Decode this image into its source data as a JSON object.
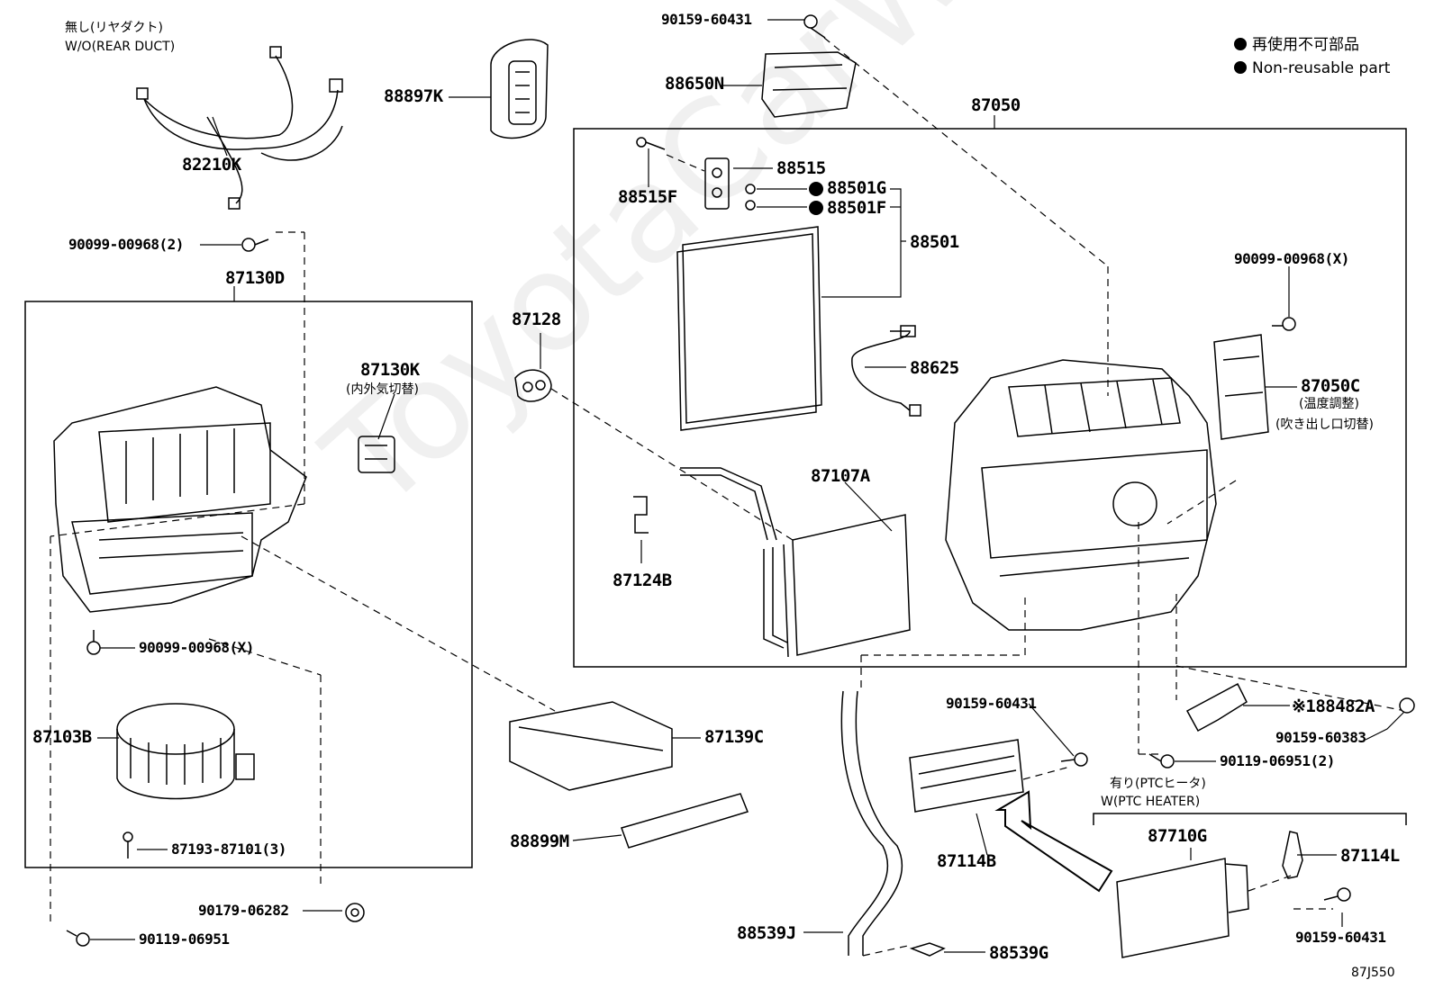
{
  "watermark": "ToyotaCarWine.ru",
  "legend": {
    "jp": "再使用不可部品",
    "en": "Non-reusable part"
  },
  "diagram_code": "87J550",
  "notes": {
    "rear_duct_jp": "無し(リヤダクト)",
    "rear_duct_en": "W/O(REAR DUCT)",
    "k87130_jp": "(内外気切替)",
    "c87050_jp1": "(温度調整)",
    "c87050_jp2": "(吹き出し口切替)",
    "ptc_jp": "有り(PTCヒータ)",
    "ptc_en": "W(PTC HEATER)"
  },
  "parts": {
    "p90159_60431_top": "90159-60431",
    "p88650N": "88650N",
    "p88897K": "88897K",
    "p82210K": "82210K",
    "p90099_00968_2": "90099-00968(2)",
    "p87130D": "87130D",
    "p87050": "87050",
    "p88515": "88515",
    "p88515F": "88515F",
    "p88501G": "88501G",
    "p88501F": "88501F",
    "p88501": "88501",
    "p87128": "87128",
    "p87130K": "87130K",
    "p88625": "88625",
    "p90099_00968_X_right": "90099-00968(X)",
    "p87050C": "87050C",
    "p87107A": "87107A",
    "p87124B": "87124B",
    "p90099_00968_X_left": "90099-00968(X)",
    "p87103B": "87103B",
    "p87139C": "87139C",
    "p88482A": "※188482A",
    "p90159_60383": "90159-60383",
    "p90159_60431_mid": "90159-60431",
    "p90119_06951_2": "90119-06951(2)",
    "p87193_87101_3": "87193-87101(3)",
    "p88899M": "88899M",
    "p87114B": "87114B",
    "p87710G": "87710G",
    "p87114L": "87114L",
    "p90179_06282": "90179-06282",
    "p90159_60431_bottom": "90159-60431",
    "p88539J": "88539J",
    "p88539G": "88539G",
    "p90119_06951": "90119-06951"
  }
}
